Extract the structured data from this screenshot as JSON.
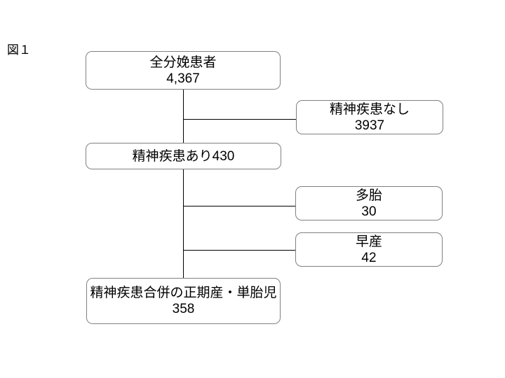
{
  "figure_label": "図１",
  "colors": {
    "background": "#ffffff",
    "box_fill": "#ffffff",
    "box_border": "#808080",
    "connector": "#000000",
    "text": "#000000"
  },
  "flowchart": {
    "total_deliveries": {
      "label": "全分娩患者",
      "value": "4,367"
    },
    "no_mental_illness": {
      "label": "精神疾患なし",
      "value": "3937"
    },
    "with_mental_illness": {
      "label": "精神疾患あり430"
    },
    "multiple_gestation": {
      "label": "多胎",
      "value": "30"
    },
    "preterm_birth": {
      "label": "早産",
      "value": "42"
    },
    "term_singleton_with_mental_illness": {
      "label": "精神疾患合併の正期産・単胎児",
      "value": "358"
    }
  }
}
